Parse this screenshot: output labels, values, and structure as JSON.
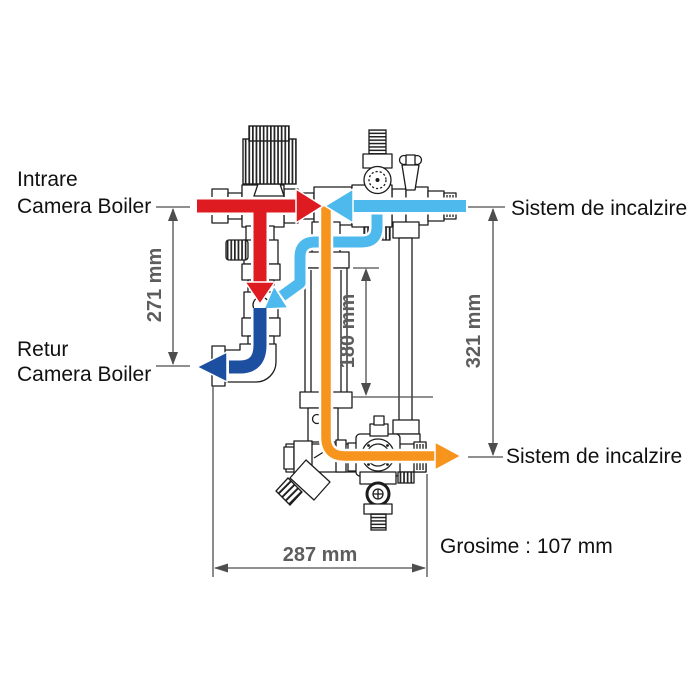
{
  "labels": {
    "boiler_in_line1": "Intrare",
    "boiler_in_line2": "Camera Boiler",
    "boiler_return_line1": "Retur",
    "boiler_return_line2": "Camera Boiler",
    "system_top": "Sistem de incalzire",
    "system_bottom": "Sistem de incalzire",
    "thickness": "Grosime : 107 mm"
  },
  "dimensions": {
    "left_vertical": "271 mm",
    "center_vertical": "180 mm",
    "right_vertical": "321 mm",
    "bottom_horizontal": "287 mm"
  },
  "colors": {
    "boiler_supply": "#dd1b21",
    "boiler_return": "#1d4fa1",
    "system_return": "#4db9ec",
    "system_supply": "#f7941e",
    "dimension_line": "#4d4d4d",
    "dimension_text": "#5d5d5d",
    "label_text": "#111111",
    "linework": "#1c1c1c"
  }
}
